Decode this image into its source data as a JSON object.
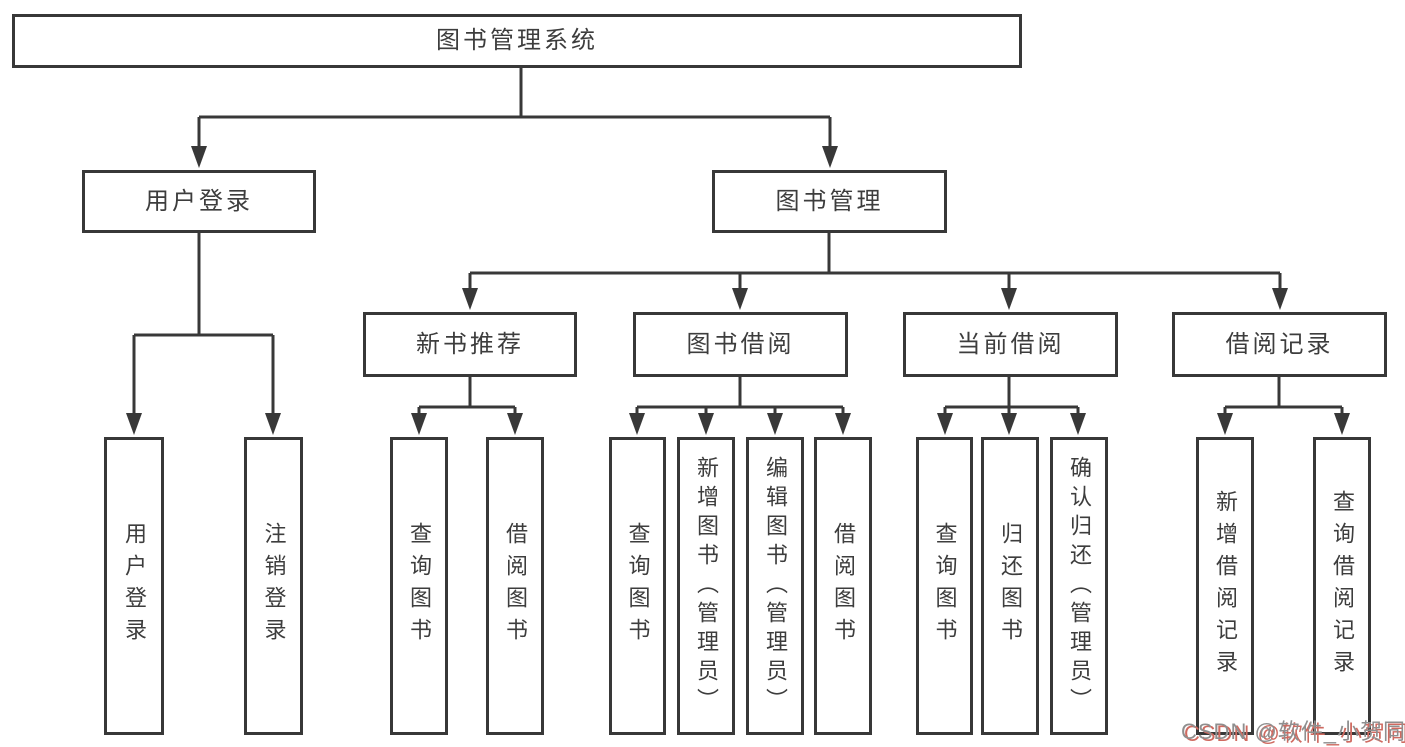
{
  "tree": {
    "label": "图书管理系统",
    "children": [
      {
        "label": "用户登录",
        "children": [
          {
            "label": "用户登录"
          },
          {
            "label": "注销登录"
          }
        ]
      },
      {
        "label": "图书管理",
        "children": [
          {
            "label": "新书推荐",
            "children": [
              {
                "label": "查询图书"
              },
              {
                "label": "借阅图书"
              }
            ]
          },
          {
            "label": "图书借阅",
            "children": [
              {
                "label": "查询图书"
              },
              {
                "label": "新增图书（管理员）"
              },
              {
                "label": "编辑图书（管理员）"
              },
              {
                "label": "借阅图书"
              }
            ]
          },
          {
            "label": "当前借阅",
            "children": [
              {
                "label": "查询图书"
              },
              {
                "label": "归还图书"
              },
              {
                "label": "确认归还（管理员）"
              }
            ]
          },
          {
            "label": "借阅记录",
            "children": [
              {
                "label": "新增借阅记录"
              },
              {
                "label": "查询借阅记录"
              }
            ]
          }
        ]
      }
    ]
  },
  "watermark": {
    "text": "CSDN @软件_小贺同学"
  },
  "colors": {
    "line": "#383838",
    "text": "#3d3d3d",
    "box_fill": "#ffffff",
    "background": "#ffffff",
    "watermark_gray": "#8f8f8f",
    "watermark_red": "#cf6a60"
  }
}
